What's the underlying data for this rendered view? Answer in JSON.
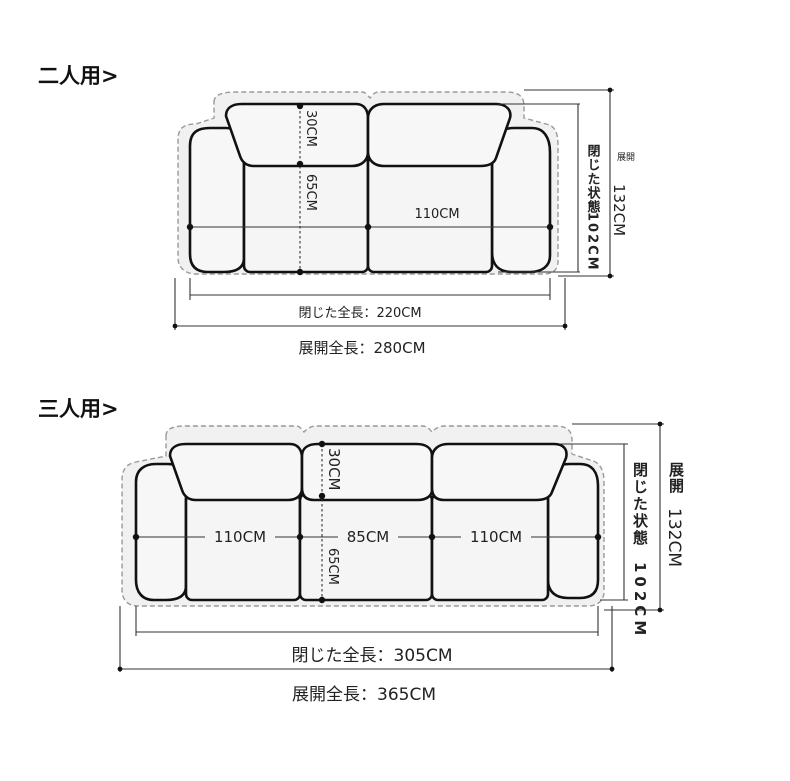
{
  "two_seat": {
    "heading": "二人用>",
    "back_depth": "30CM",
    "seat_depth": "65CM",
    "seat_width": "110CM",
    "closed_length": "閉じた全長：220CM",
    "open_length": "展開全長：280CM",
    "closed_depth_label": "閉じた状態",
    "closed_depth_value": "102CM",
    "open_depth_label": "展開",
    "open_depth_value": "132CM"
  },
  "three_seat": {
    "heading": "三人用>",
    "back_depth": "30CM",
    "seat_depth": "65CM",
    "left_width": "110CM",
    "middle_width": "85CM",
    "right_width": "110CM",
    "closed_length": "閉じた全長：305CM",
    "open_length": "展開全長：365CM",
    "closed_depth_label": "閉じた状態",
    "closed_depth_value": "102CM",
    "open_depth_label": "展開",
    "open_depth_value": "132CM"
  }
}
